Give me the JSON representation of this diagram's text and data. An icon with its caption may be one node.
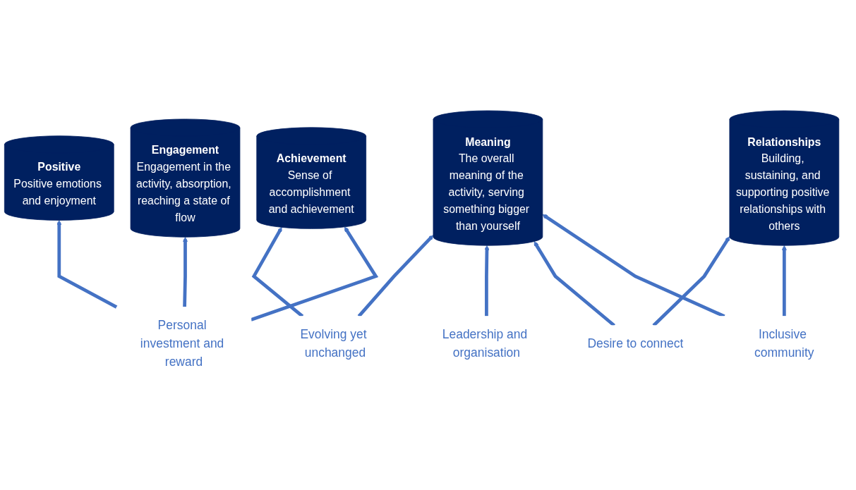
{
  "diagram": {
    "nodes": [
      {
        "text": [
          "Positive",
          "Positive emotions and enjoyment"
        ]
      },
      {
        "text": [
          "Engagement",
          "Engagement in the activity, absorption, reaching a state of flow"
        ]
      },
      {
        "text": [
          "Relationships",
          "Building, sustaining, and supporting positive relationships with others"
        ]
      },
      {
        "text": [
          "Meaning",
          "The overall meaning of the activity, serving something bigger than yourself"
        ]
      },
      {
        "text": [
          "Achievement",
          "Sense of accomplishment and achievement"
        ]
      },
      {
        "text": [
          "Personal investment and reward"
        ]
      },
      {
        "text": [
          "Inclusive community"
        ]
      },
      {
        "text": [
          "Desire to connect"
        ]
      },
      {
        "text": [
          "Leadership and organisation"
        ]
      },
      {
        "text": [
          "Evolving yet unchanged"
        ]
      }
    ],
    "edges": [
      {
        "from": 5,
        "to": 0,
        "arrow": "to"
      },
      {
        "from": 5,
        "to": 1,
        "arrow": "to"
      },
      {
        "from": 5,
        "to": 4,
        "arrow": "to"
      },
      {
        "from": 6,
        "to": 2,
        "arrow": "to"
      },
      {
        "from": 6,
        "to": 3,
        "arrow": "to"
      },
      {
        "from": 7,
        "to": 2,
        "arrow": "to"
      },
      {
        "from": 7,
        "to": 3,
        "arrow": "to"
      },
      {
        "from": 8,
        "to": 3,
        "arrow": "to"
      },
      {
        "from": 9,
        "to": 3,
        "arrow": "to"
      },
      {
        "from": 9,
        "to": 4,
        "arrow": "to"
      }
    ]
  }
}
